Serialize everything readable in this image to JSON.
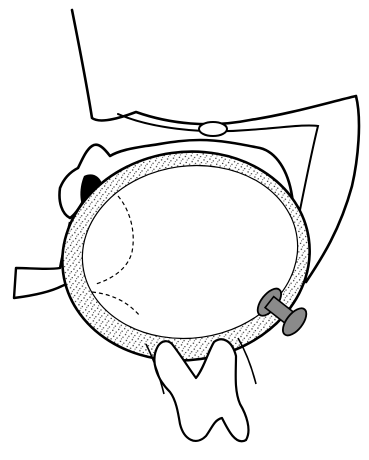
{
  "figure": {
    "kind": "line-drawing",
    "colors": {
      "background": "#ffffff",
      "outline": "#000000",
      "stipple_dot": "#1a1a1a",
      "inner_fill": "#ffffff",
      "accent_shape": "#000000",
      "device_fill": "#8a8a8a"
    },
    "parts": [
      "upper-bony-frame",
      "oval-foramen",
      "left-lateral-process",
      "black-notch",
      "stippled-ring",
      "inner-chamber",
      "dashed-curves",
      "lower-tooth-process",
      "spool-device"
    ]
  }
}
